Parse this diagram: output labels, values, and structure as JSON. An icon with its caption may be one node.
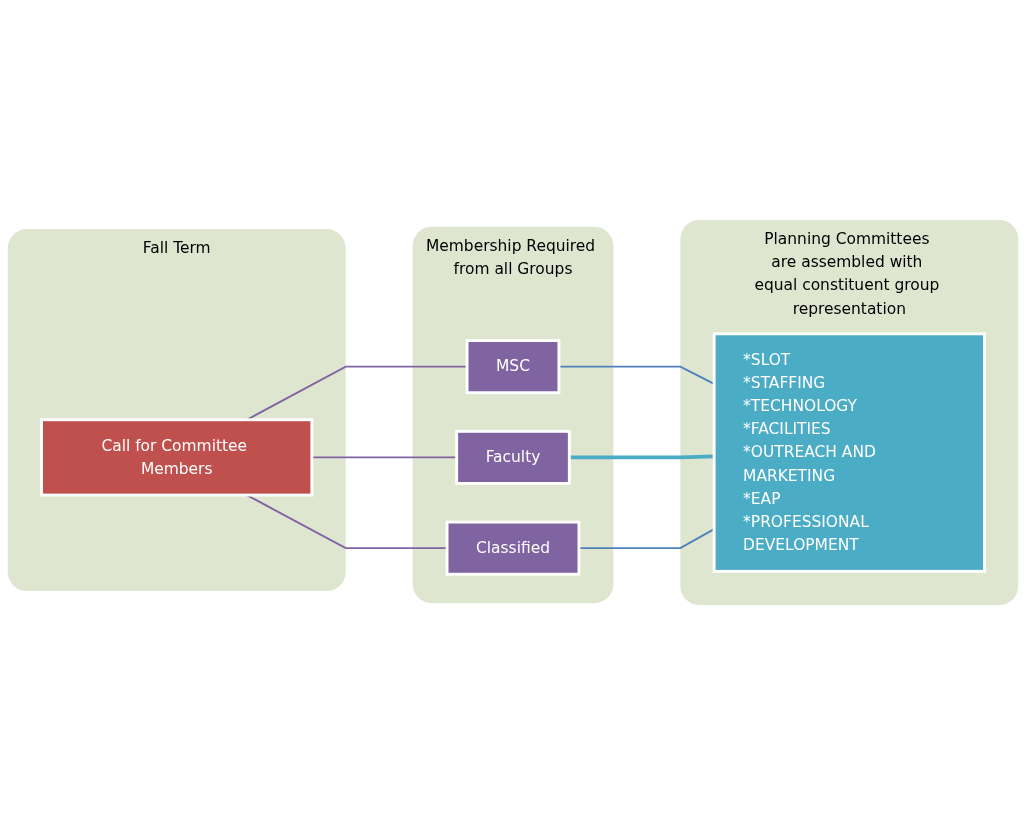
{
  "diagram": {
    "nodes": [
      {
        "text": [
          "Fall Term"
        ]
      },
      {
        "text": [
          "Call for Committee Members"
        ],
        "in": 0
      },
      {
        "text": [
          "Membership Required from all Groups"
        ]
      },
      {
        "text": [
          "MSC"
        ],
        "in": 2
      },
      {
        "text": [
          "Faculty"
        ],
        "in": 2
      },
      {
        "text": [
          "Classified"
        ],
        "in": 2
      },
      {
        "text": [
          "Planning Committees are assembled with equal constituent group representation"
        ]
      },
      {
        "text": [
          "*SLOT",
          "*STAFFING",
          "*TECHNOLOGY",
          "*FACILITIES",
          "*OUTREACH AND MARKETING",
          "*EAP",
          "*PROFESSIONAL DEVELOPMENT"
        ],
        "in": 6
      }
    ],
    "edges": [
      {
        "from": 1,
        "to": 3,
        "arrow": "none",
        "color": "#8064a2"
      },
      {
        "from": 1,
        "to": 4,
        "arrow": "none",
        "color": "#8064a2"
      },
      {
        "from": 1,
        "to": 5,
        "arrow": "none",
        "color": "#8064a2"
      },
      {
        "from": 3,
        "to": 7,
        "arrow": "none",
        "color": "#4f81bd"
      },
      {
        "from": 4,
        "to": 7,
        "arrow": "none",
        "style": "thick",
        "color": "#4bacc6"
      },
      {
        "from": 5,
        "to": 7,
        "arrow": "none",
        "color": "#4f81bd"
      }
    ]
  }
}
